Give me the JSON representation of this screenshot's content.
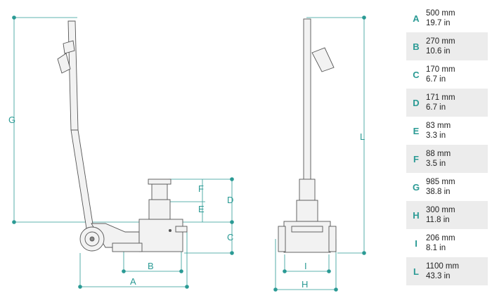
{
  "labels": {
    "A": "A",
    "B": "B",
    "C": "C",
    "D": "D",
    "E": "E",
    "F": "F",
    "G": "G",
    "H": "H",
    "I": "I",
    "L": "L"
  },
  "dimensions": [
    {
      "letter": "A",
      "mm": "500 mm",
      "inch": "19.7 in"
    },
    {
      "letter": "B",
      "mm": "270 mm",
      "inch": "10.6 in"
    },
    {
      "letter": "C",
      "mm": "170 mm",
      "inch": "6.7 in"
    },
    {
      "letter": "D",
      "mm": "171 mm",
      "inch": "6.7 in"
    },
    {
      "letter": "E",
      "mm": "83 mm",
      "inch": "3.3 in"
    },
    {
      "letter": "F",
      "mm": "88 mm",
      "inch": "3.5 in"
    },
    {
      "letter": "G",
      "mm": "985 mm",
      "inch": "38.8 in"
    },
    {
      "letter": "H",
      "mm": "300 mm",
      "inch": "11.8 in"
    },
    {
      "letter": "I",
      "mm": "206 mm",
      "inch": "8.1 in"
    },
    {
      "letter": "L",
      "mm": "1100 mm",
      "inch": "43.3 in"
    }
  ],
  "colors": {
    "dimension": "#2a9a94",
    "outline": "#555555",
    "fill": "#f2f2f2"
  }
}
